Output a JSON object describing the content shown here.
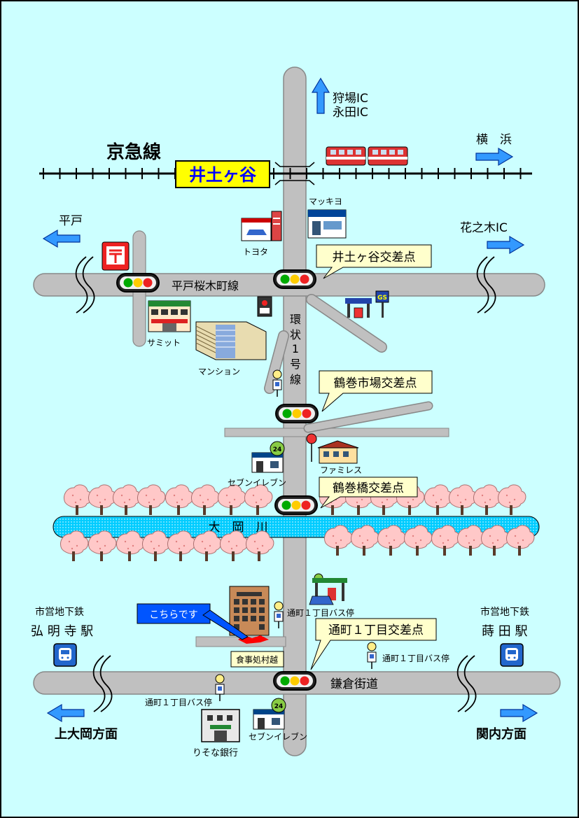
{
  "directions": {
    "north_ic": [
      "狩場IC",
      "永田IC"
    ],
    "yokohama": "横　浜",
    "hirado": "平戸",
    "hanano_ic": "花之木IC",
    "kamiooka": "上大岡方面",
    "kannai": "関内方面"
  },
  "railway": {
    "line_name": "京急線",
    "station": "井土ヶ谷"
  },
  "roads": {
    "hirado_sakuragicho": "平戸桜木町線",
    "kanjo1": [
      "環",
      "状",
      "1",
      "号",
      "線"
    ],
    "kamakura": "鎌倉街道",
    "river": "大　岡　川"
  },
  "intersections": {
    "idogaya": "井土ヶ谷交差点",
    "tsurumaki_ichiba": "鶴巻市場交差点",
    "tsurumakibashi": "鶴巻橋交差点",
    "toorimachi": "通町１丁目交差点"
  },
  "landmarks": {
    "toyota": "トヨタ",
    "matsukiyo": "マッキヨ",
    "summit": "サミット",
    "mansion": "マンション",
    "famires": "ファミレス",
    "seven1": "セブンイレブン",
    "seven2": "セブンイレブン",
    "shokujidokoro": "食事処村越",
    "resona": "りそな銀行",
    "bus_stop_1": "通町１丁目バス停",
    "bus_stop_2": "通町１丁目バス停",
    "bus_stop_3": "通町１丁目バス停",
    "gs": "GS",
    "seven_badge": "24"
  },
  "stations": {
    "left_operator": "市営地下鉄",
    "left_name": "弘 明 寺 駅",
    "right_operator": "市営地下鉄",
    "right_name": "蒔 田 駅"
  },
  "here_label": "こちらです",
  "colors": {
    "background": "#ccffff",
    "road": "#c0c0c0",
    "river": "#00ccff",
    "blossom": "#ffc8c8",
    "callout": "#ffffcc",
    "station_label": "#ffff00",
    "station_text": "#0000ff",
    "arrow": "#3399ff",
    "here_box": "#0000ff",
    "destination": "#ff0000"
  }
}
